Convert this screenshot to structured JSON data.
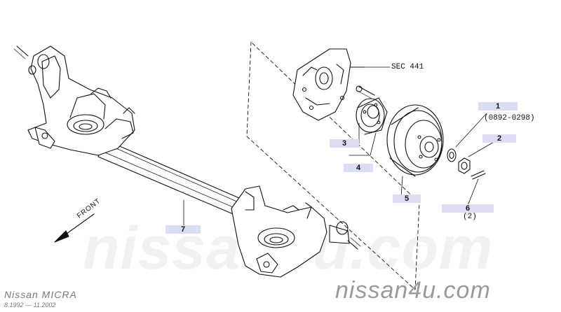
{
  "diagram": {
    "colors": {
      "callout_bg": "#dcdcf2",
      "line": "#111111",
      "watermark": "#9a9a9a"
    },
    "callouts": [
      {
        "id": "1",
        "label": "1"
      },
      {
        "id": "2",
        "label": "2"
      },
      {
        "id": "3",
        "label": "3"
      },
      {
        "id": "4",
        "label": "4"
      },
      {
        "id": "5",
        "label": "5"
      },
      {
        "id": "6",
        "label": "6"
      },
      {
        "id": "7",
        "label": "7"
      }
    ],
    "reference": "SEC 441",
    "part1_note": "(0892-0298)",
    "part6_qty": "(2)",
    "front_label": "FRONT",
    "watermark_large": "nissan4u.com",
    "watermark_small": "nissan4u.com",
    "model_name": "Nissan MICRA",
    "model_years": "8.1992 — 11.2002"
  }
}
